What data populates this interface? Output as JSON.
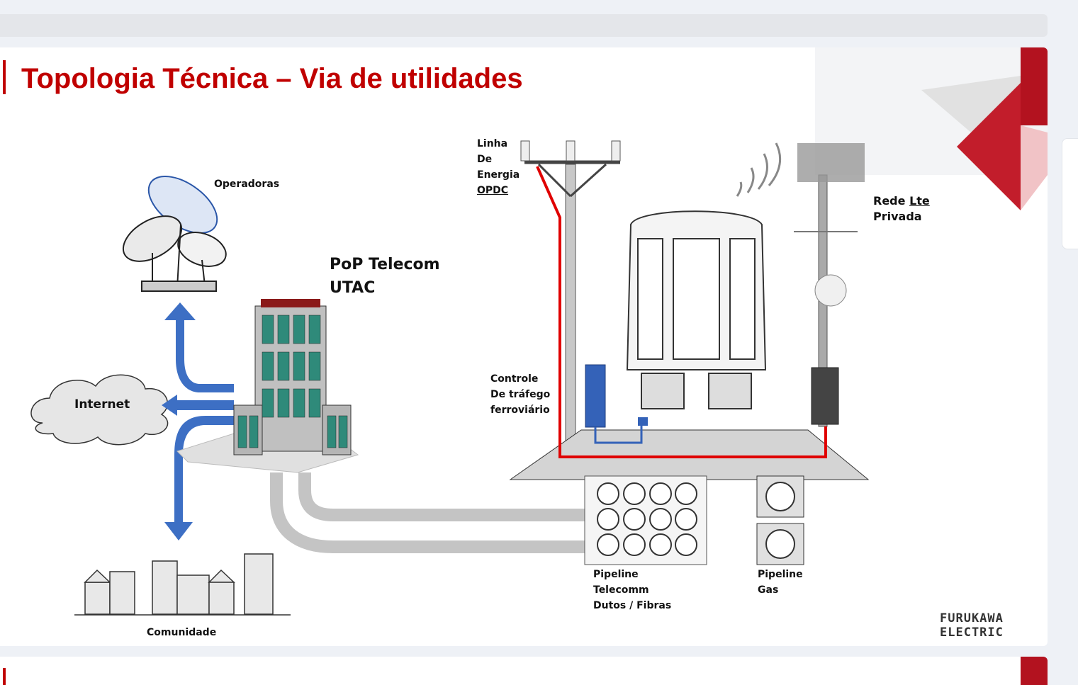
{
  "slide": {
    "title": "Topologia Técnica – Via de utilidades",
    "labels": {
      "operadoras": "Operadoras",
      "internet": "Internet",
      "pop_line1": "PoP Telecom",
      "pop_line2": "UTAC",
      "comunidade": "Comunidade",
      "linha_line1": "Linha",
      "linha_line2": "De",
      "linha_line3": "Energia",
      "linha_line4": "OPDC",
      "controle_line1": "Controle",
      "controle_line2": "De tráfego",
      "controle_line3": "ferroviário",
      "rede_word1": "Rede",
      "rede_word2": "Lte",
      "rede_line2": "Privada",
      "telecomm_line1": "Pipeline",
      "telecomm_line2": "Telecomm",
      "telecomm_line3": "Dutos / Fibras",
      "gas_line1": "Pipeline",
      "gas_line2": "Gas"
    },
    "logo": {
      "line1": "FURUKAWA",
      "line2": "ELECTRIC"
    }
  },
  "colors": {
    "title": "#c00000",
    "power_line": "#e00000",
    "arrows": "#3d6fc4",
    "ducts": "#bdbdbd"
  }
}
